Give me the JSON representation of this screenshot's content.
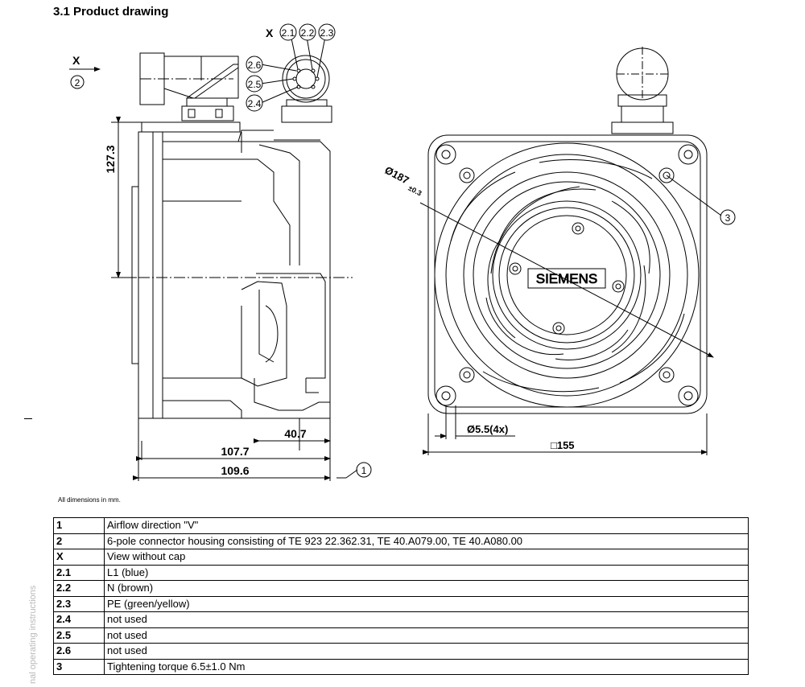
{
  "section_title": "3.1 Product drawing",
  "labels": {
    "x_view": "X",
    "x_arrow": "X",
    "circle_2": "2",
    "circle_1": "1",
    "circle_3": "3",
    "pin_2_1": "2.1",
    "pin_2_2": "2.2",
    "pin_2_3": "2.3",
    "pin_2_6": "2.6",
    "pin_2_5": "2.5",
    "pin_2_4": "2.4",
    "brand": "SIEMENS"
  },
  "dimensions": {
    "height": "127.3",
    "depth_inner": "107.7",
    "depth_outer": "109.6",
    "depth_rear": "40.7",
    "diameter": "Ø187",
    "diameter_tol": "±0.3",
    "holes": "Ø5.5(4x)",
    "square": "□155"
  },
  "note": "All dimensions in mm.",
  "legend": [
    {
      "key": "1",
      "text": "Airflow direction \"V\""
    },
    {
      "key": "2",
      "text": "6-pole connector housing consisting of TE 923 22.362.31, TE 40.A079.00, TE 40.A080.00"
    },
    {
      "key": "X",
      "text": "View without cap"
    },
    {
      "key": "2.1",
      "text": "L1 (blue)"
    },
    {
      "key": "2.2",
      "text": "N (brown)"
    },
    {
      "key": "2.3",
      "text": "PE (green/yellow)"
    },
    {
      "key": "2.4",
      "text": "not used"
    },
    {
      "key": "2.5",
      "text": "not used"
    },
    {
      "key": "2.6",
      "text": "not used"
    },
    {
      "key": "3",
      "text": "Tightening torque 6.5±1.0 Nm"
    }
  ],
  "side_text": "nal operating instructions"
}
